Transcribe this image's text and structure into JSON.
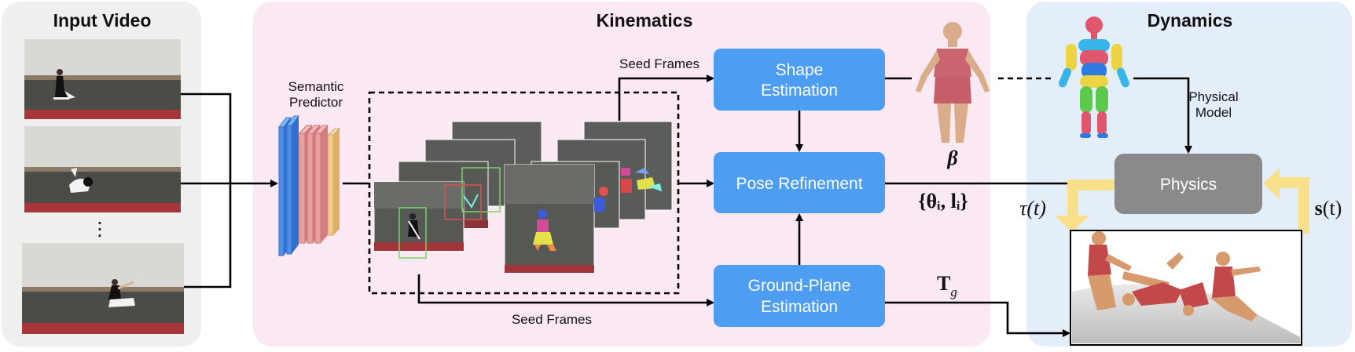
{
  "panels": {
    "input": "Input Video",
    "kinematics": "Kinematics",
    "dynamics": "Dynamics"
  },
  "labels": {
    "semantic_line1": "Semantic",
    "semantic_line2": "Predictor",
    "seed_top": "Seed Frames",
    "seed_bottom": "Seed Frames",
    "physical_line1": "Physical",
    "physical_line2": "Model",
    "vdots": "⋮"
  },
  "blocks": {
    "shape_line1": "Shape",
    "shape_line2": "Estimation",
    "pose": "Pose Refinement",
    "ground_line1": "Ground-Plane",
    "ground_line2": "Estimation",
    "physics": "Physics"
  },
  "math": {
    "beta": "β",
    "theta_l": "{θᵢ, lᵢ}",
    "tg_main": "T",
    "tg_sub": "g",
    "tau": "τ(t)",
    "s_bold": "s",
    "s_rest": "(t)"
  },
  "colors": {
    "input_panel": "#efefef",
    "kinematics_panel": "#fae9f2",
    "dynamics_panel": "#e4eef9",
    "block_blue": "#4d9df2",
    "physics_gray": "#8a8a8a",
    "feedback_yellow": "#f8e08a"
  }
}
